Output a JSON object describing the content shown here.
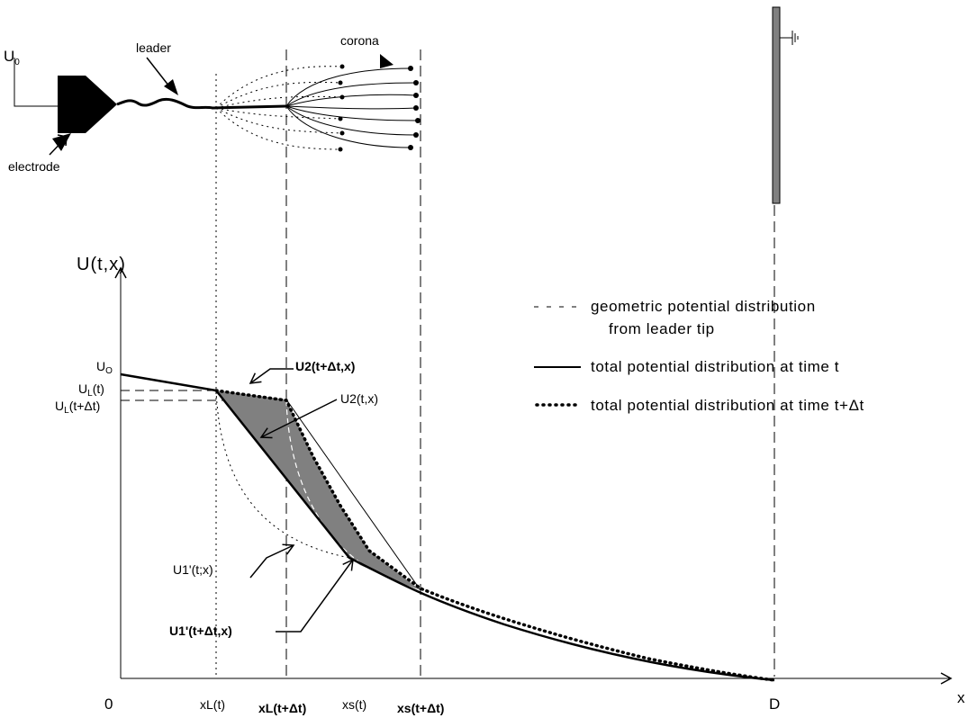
{
  "top_labels": {
    "source": "U",
    "source_sub": "0",
    "leader": "leader",
    "corona": "corona",
    "electrode": "electrode"
  },
  "axes": {
    "y_label": "U(t,x)",
    "x_label": "x",
    "origin": "0"
  },
  "x_ticks": {
    "xL_t": "xL(t)",
    "xL_tdt": "xL(t+Δt)",
    "xs_t": "xs(t)",
    "xs_tdt": "xs(t+Δt)",
    "D": "D"
  },
  "y_ticks": {
    "U0": "U",
    "U0_sub": "O",
    "UL_t_main": "U",
    "UL_t_sub": "L",
    "UL_t_rest": "(t)",
    "UL_tdt_main": "U",
    "UL_tdt_sub": "L",
    "UL_tdt_rest": "(t+Δt)"
  },
  "curve_labels": {
    "u2_tdt": "U2(t+Δt,x)",
    "u2_t": "U2(t,x)",
    "u1p_t": "U1'(t;x)",
    "u1p_tdt": "U1'(t+Δt,x)"
  },
  "legend": [
    {
      "style": "dashed",
      "text": "geometric potential distribution"
    },
    {
      "style": "none",
      "text": "from leader tip"
    },
    {
      "style": "solid",
      "text": "total potential distribution at time t"
    },
    {
      "style": "dotted",
      "text": "total potential distribution at time t+Δt"
    }
  ],
  "colors": {
    "line": "#000000",
    "shade": "#808080",
    "plate": "#808080"
  }
}
